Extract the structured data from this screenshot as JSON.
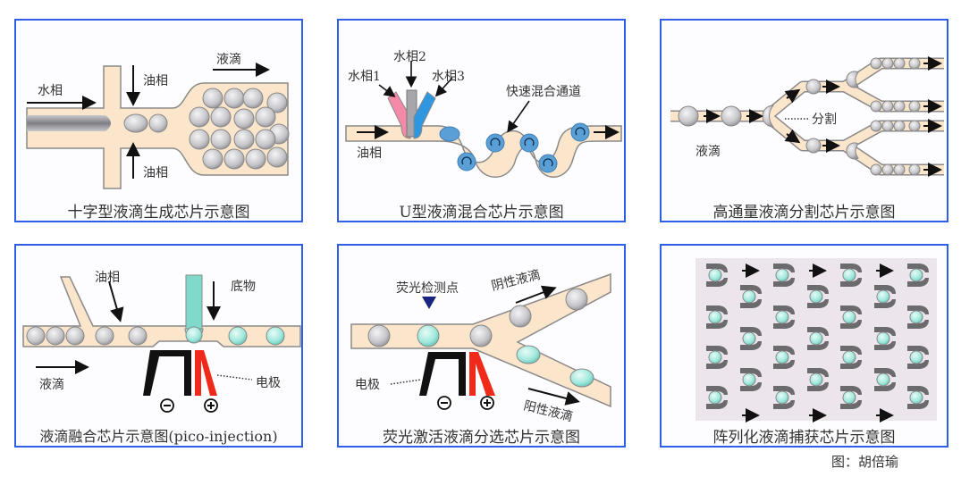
{
  "panels": [
    {
      "id": "cross-junction",
      "caption": "十字型液滴生成芯片示意图",
      "labels": {
        "water": "水相",
        "oil_top": "油相",
        "oil_bottom": "油相",
        "droplets": "液滴"
      }
    },
    {
      "id": "u-mixing",
      "caption": "U型液滴混合芯片示意图",
      "labels": {
        "water1": "水相1",
        "water2": "水相2",
        "water3": "水相3",
        "channel": "快速混合通道",
        "oil": "油相"
      }
    },
    {
      "id": "splitting",
      "caption": "高通量液滴分割芯片示意图",
      "labels": {
        "split": "分割",
        "droplets": "液滴"
      }
    },
    {
      "id": "pico-injection",
      "caption": "液滴融合芯片示意图(pico-injection)",
      "labels": {
        "oil": "油相",
        "substrate": "底物",
        "droplets": "液滴",
        "electrode": "电极",
        "minus": "−",
        "plus": "+"
      }
    },
    {
      "id": "sorting",
      "caption": "荧光激活液滴分选芯片示意图",
      "labels": {
        "detect": "荧光检测点",
        "negative": "阴性液滴",
        "positive": "阳性液滴",
        "electrode": "电极",
        "minus": "−",
        "plus": "+"
      }
    },
    {
      "id": "array-trap",
      "caption": "阵列化液滴捕获芯片示意图",
      "labels": {}
    }
  ],
  "credit": "图：胡倍瑜",
  "colors": {
    "border": "#2f5fe8",
    "channel": "#fbe6cc",
    "channel_edge": "#8a8a8a",
    "droplet_gray": "#c9c9cc",
    "droplet_cyan": "#9fe8dc",
    "droplet_blue": "#5a9fd6",
    "pink": "#f48aa8",
    "blue": "#2f97e0",
    "gray_inlet": "#a7a6ab",
    "electrode_neg": "#111111",
    "electrode_pos": "#ef2a1a",
    "trap": "#6b6b6e",
    "array_bg": "#ece6ec"
  }
}
